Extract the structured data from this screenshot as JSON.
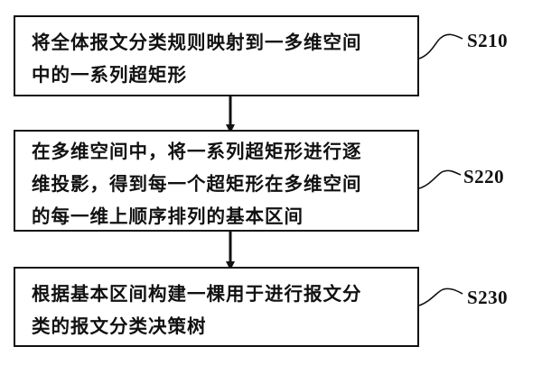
{
  "steps": [
    {
      "text": "将全体报文分类规则映射到一多维空间\n中的一系列超矩形",
      "label": "S210"
    },
    {
      "text": "在多维空间中，将一系列超矩形进行逐\n维投影，得到每一个超矩形在多维空间\n的每一维上顺序排列的基本区间",
      "label": "S220"
    },
    {
      "text": "根据基本区间构建一棵用于进行报文分\n类的报文分类决策树",
      "label": "S230"
    }
  ]
}
